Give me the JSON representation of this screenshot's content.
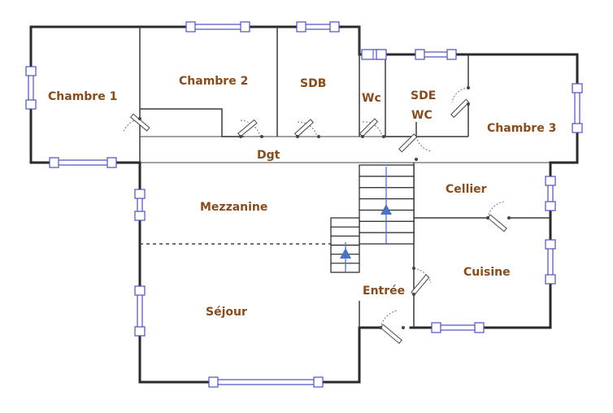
{
  "rooms": {
    "chambre1": "Chambre 1",
    "chambre2": "Chambre 2",
    "sdb": "SDB",
    "wc": "Wc",
    "sde_line1": "SDE",
    "sde_line2": "WC",
    "chambre3": "Chambre 3",
    "dgt": "Dgt",
    "mezzanine": "Mezzanine",
    "cellier": "Cellier",
    "cuisine": "Cuisine",
    "entree": "Entrée",
    "sejour": "Séjour"
  },
  "colors": {
    "label": "#8a4b1a",
    "walls": "#2a2a2a",
    "windows": "#4b4fc6",
    "stair_arrow": "#4a72c8"
  },
  "stairs": {
    "upper_flight_steps": 7,
    "lower_flight_steps": 6
  }
}
